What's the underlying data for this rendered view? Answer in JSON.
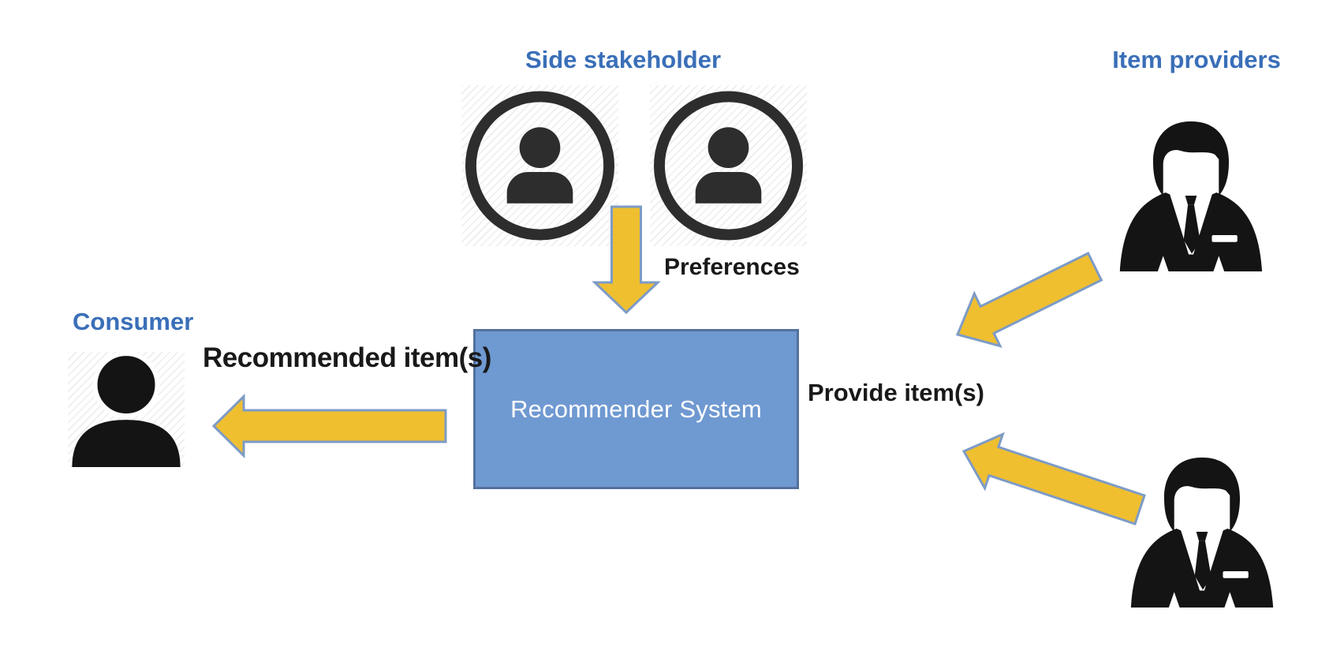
{
  "diagram": {
    "type": "flow-diagram",
    "entities": {
      "side_stakeholder": {
        "label": "Side stakeholder",
        "icon": "user-circle-icon",
        "icon_count": 2
      },
      "item_providers": {
        "label": "Item providers",
        "icon": "businessman-icon",
        "icon_count": 2
      },
      "consumer": {
        "label": "Consumer",
        "icon": "person-silhouette-icon",
        "icon_count": 1
      },
      "recommender_system": {
        "label": "Recommender System"
      }
    },
    "flows": [
      {
        "from": "side_stakeholder",
        "to": "recommender_system",
        "label": "Preferences"
      },
      {
        "from": "item_providers",
        "to": "recommender_system",
        "label": "Provide item(s)"
      },
      {
        "from": "recommender_system",
        "to": "consumer",
        "label": "Recommended item(s)"
      }
    ]
  },
  "colors": {
    "background": "#ffffff",
    "label_blue": "#3a6fb8",
    "text_color": "#191919",
    "box_fill": "#6f99d1",
    "box_border": "#54719e",
    "arrow_fill": "#efbf30",
    "arrow_stroke": "#7d9bc6",
    "icon_color": "#141414",
    "circle_icon_color": "#2d2d2d"
  }
}
